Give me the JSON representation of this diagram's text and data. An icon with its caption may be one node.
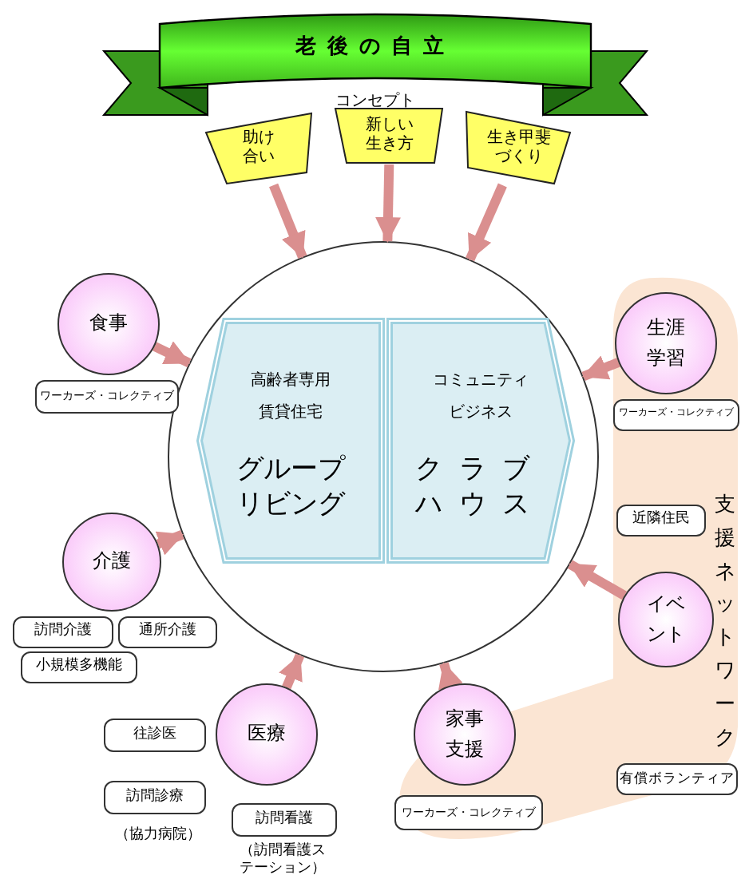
{
  "diagram": {
    "nodes": [
      {
        "text": [
          "老後の自立"
        ]
      },
      {
        "text": [
          "助け合い"
        ]
      },
      {
        "text": [
          "新しい生き方"
        ]
      },
      {
        "text": [
          "生き甲斐づくり"
        ]
      },
      {
        "text": [],
        "shape": "circle"
      },
      {
        "text": [
          "高齢者専用賃貸住宅",
          "グループリビング"
        ],
        "in": 4
      },
      {
        "text": [
          "コミュニティビジネス",
          "クラブハウス"
        ],
        "in": 4
      },
      {
        "text": [
          "支援ネットワーク"
        ]
      },
      {
        "text": [
          "食事"
        ]
      },
      {
        "text": [
          "生涯学習"
        ],
        "in": 7
      },
      {
        "text": [
          "ワーカーズ・コレクティブ"
        ]
      },
      {
        "text": [
          "ワーカーズ・コレクティブ"
        ],
        "in": 7
      },
      {
        "text": [
          "近隣住民"
        ],
        "in": 7
      },
      {
        "text": [
          "介護"
        ]
      },
      {
        "text": [
          "イベント"
        ],
        "in": 7
      },
      {
        "text": [
          "訪問介護"
        ]
      },
      {
        "text": [
          "通所介護"
        ]
      },
      {
        "text": [
          "小規模多機能"
        ]
      },
      {
        "text": [
          "往診医"
        ]
      },
      {
        "text": [
          "医療"
        ]
      },
      {
        "text": [
          "家事支援"
        ]
      },
      {
        "text": [
          "訪問診療"
        ],
        "beside": [
          "（協力病院）"
        ]
      },
      {
        "text": [
          "訪問看護"
        ],
        "beside": [
          "（訪問看護ステーション）"
        ]
      },
      {
        "text": [
          "ワーカーズ・コレクティブ"
        ]
      },
      {
        "text": [
          "有償ボランティア"
        ],
        "in": 7
      }
    ],
    "edges": [
      {
        "from": 1,
        "to": 4,
        "arrow": "to"
      },
      {
        "from": 2,
        "to": 4,
        "arrow": "to"
      },
      {
        "from": 3,
        "to": 4,
        "arrow": "to"
      },
      {
        "from": 8,
        "to": 4,
        "arrow": "to"
      },
      {
        "from": 9,
        "to": 4,
        "arrow": "to"
      },
      {
        "from": 13,
        "to": 4,
        "arrow": "to"
      },
      {
        "from": 14,
        "to": 4,
        "arrow": "to"
      },
      {
        "from": 19,
        "to": 4,
        "arrow": "to"
      },
      {
        "from": 20,
        "to": 4,
        "arrow": "to"
      }
    ],
    "labels": [
      "コンセプト"
    ]
  }
}
